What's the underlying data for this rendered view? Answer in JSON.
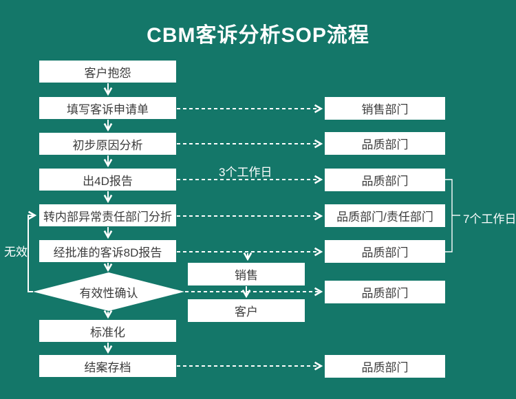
{
  "title": "CBM客诉分析SOP流程",
  "colors": {
    "background": "#147769",
    "box_background": "#ffffff",
    "box_text": "#3c3c3c",
    "line": "#ffffff"
  },
  "steps": [
    "客户抱怨",
    "填写客诉申请单",
    "初步原因分析",
    "出4D报告",
    "转内部异常责任部门分折",
    "经批准的客诉8D报告",
    "有效性确认",
    "标准化",
    "结案存档"
  ],
  "departments": [
    "销售部门",
    "品质部门",
    "品质部门",
    "品质部门/责任部门",
    "品质部门",
    "品质部门",
    "品质部门"
  ],
  "middle_boxes": [
    "销售",
    "客户"
  ],
  "annotations": {
    "sla_3_days": "3个工作日",
    "sla_7_days": "7个工作日",
    "invalid": "无效"
  }
}
